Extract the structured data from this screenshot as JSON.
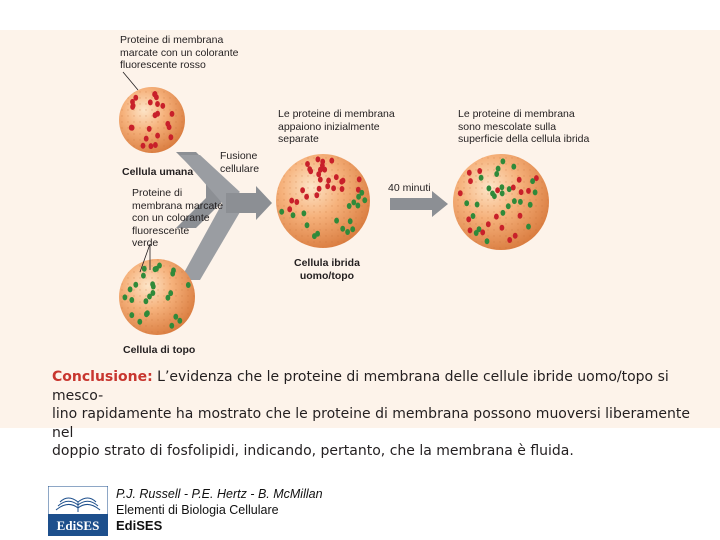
{
  "diagram": {
    "label_red": "Proteine di membrana\nmarcate con un colorante\nfluorescente rosso",
    "label_human": "Cellula umana",
    "label_green": "Proteine di\nmembrana marcate\ncon un colorante\nfluorescente\nverde",
    "label_mouse": "Cellula di topo",
    "label_fusion": "Fusione\ncellulare",
    "label_separate": "Le proteine di membrana\nappaiono inizialmente\nseparate",
    "label_hybrid": "Cellula ibrida\nuomo/topo",
    "label_time": "40 minuti",
    "label_mixed": "Le proteine di membrana\nsono mescolate sulla\nsuperficie della cellula ibrida"
  },
  "conclusion": {
    "heading": "Conclusione:",
    "text": " L’evidenza che le proteine di membrana delle cellule ibride uomo/topo si mesco-\nlino rapidamente ha mostrato che le proteine di membrana possono muoversi liberamente nel\ndoppio strato di fosfolipidi, indicando, pertanto, che la membrana è fluida."
  },
  "footer": {
    "logo_text": "EdiSES",
    "authors": "P.J. Russell - P.E. Hertz - B. McMillan",
    "title": "Elementi di Biologia Cellulare",
    "publisher": "EdiSES"
  },
  "colors": {
    "cell_fill": "#f4a46a",
    "red_protein": "#c8202a",
    "green_protein": "#2f8a3a",
    "arrow": "#8c8f94",
    "conclusion_accent": "#c8362f"
  }
}
